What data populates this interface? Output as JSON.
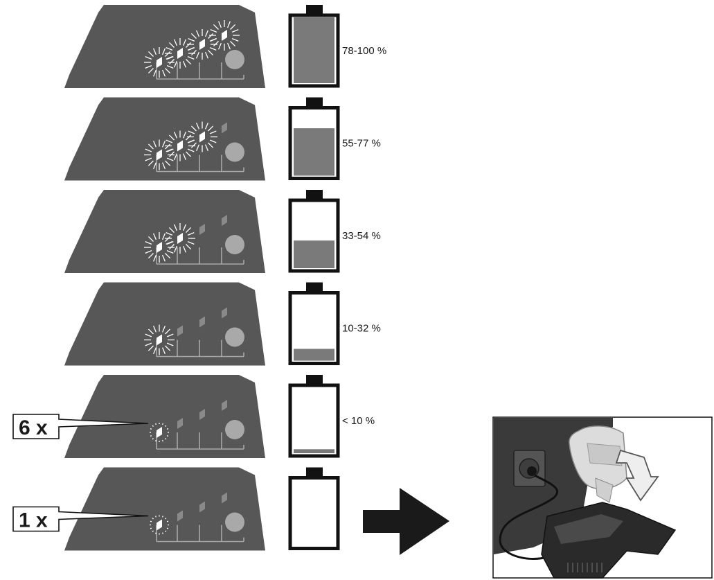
{
  "colors": {
    "panel": "#575757",
    "led_off": "#8a8a8a",
    "led_on": "#ffffff",
    "button": "#a9a9a9",
    "battery_fill": "#7a7a7a",
    "outline": "#111111",
    "arrow": "#1a1a1a"
  },
  "rows": [
    {
      "lit_leds": 4,
      "blink_count": "",
      "fill_level": 1.0,
      "label": "78-100 %"
    },
    {
      "lit_leds": 3,
      "blink_count": "",
      "fill_level": 0.72,
      "label": "55-77 %"
    },
    {
      "lit_leds": 2,
      "blink_count": "",
      "fill_level": 0.42,
      "label": "33-54 %"
    },
    {
      "lit_leds": 1,
      "blink_count": "",
      "fill_level": 0.18,
      "label": "10-32 %"
    },
    {
      "lit_leds": 1,
      "blink_count": "6 x",
      "fill_level": 0.06,
      "label": "< 10 %"
    },
    {
      "lit_leds": 1,
      "blink_count": "1 x",
      "fill_level": 0.0,
      "label": ""
    }
  ],
  "next_step": {
    "arrow_icon": "right-arrow-icon",
    "illustration": "battery-inserted-into-charger-illustration"
  }
}
